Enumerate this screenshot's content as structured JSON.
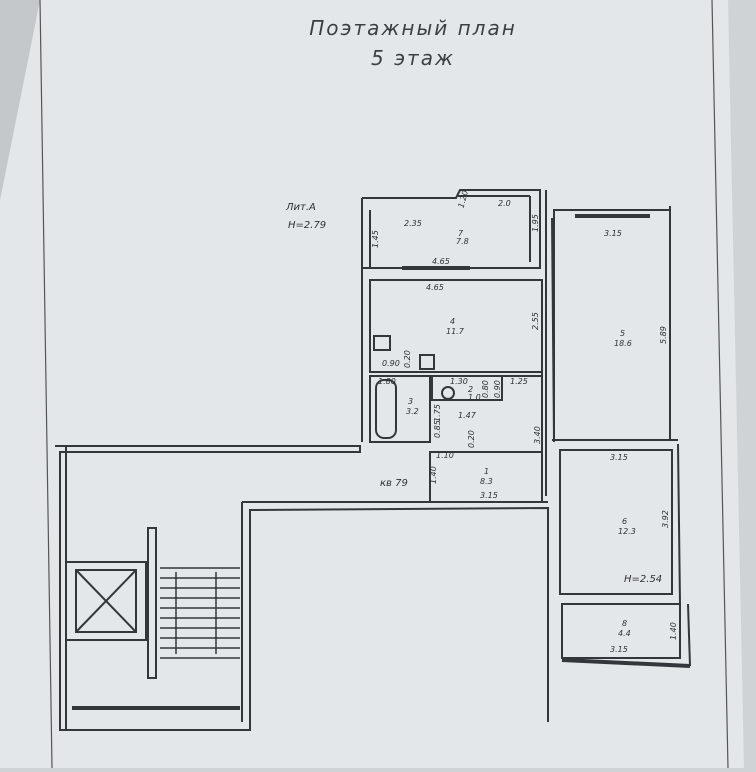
{
  "title": {
    "line1": "Поэтажный план",
    "line2": "5 этаж"
  },
  "lit": {
    "name": "Лит.А",
    "height": "H=2.79"
  },
  "apartment": "кв 79",
  "rooms": [
    {
      "no": "7",
      "area": "7.8"
    },
    {
      "no": "4",
      "area": "11.7"
    },
    {
      "no": "5",
      "area": "18.6"
    },
    {
      "no": "3",
      "area": "3.2"
    },
    {
      "no": "2",
      "area": "1.0"
    },
    {
      "no": "1",
      "area": "8.3"
    },
    {
      "no": "6",
      "area": "12.3"
    },
    {
      "no": "8",
      "area": "4.4"
    }
  ],
  "dims": {
    "d235": "2.35",
    "d120": "1.20",
    "d20": "2.0",
    "d195": "1.95",
    "d145": "1.45",
    "d465a": "4.65",
    "d465b": "4.65",
    "d315a": "3.15",
    "d589": "5.89",
    "d255": "2.55",
    "d090a": "0.90",
    "d020a": "0.20",
    "d180": "1.80",
    "d130": "1.30",
    "d080": "0.80",
    "d090b": "0.90",
    "d125": "1.25",
    "d175": "1.75",
    "d147": "1.47",
    "d085": "0.85",
    "d020b": "0.20",
    "d340": "3.40",
    "d110": "1.10",
    "d140a": "1.40",
    "d315b": "3.15",
    "d315c": "3.15",
    "d392": "3.92",
    "d140b": "1.40",
    "d315d": "3.15"
  },
  "room6_height": "H=2.54"
}
